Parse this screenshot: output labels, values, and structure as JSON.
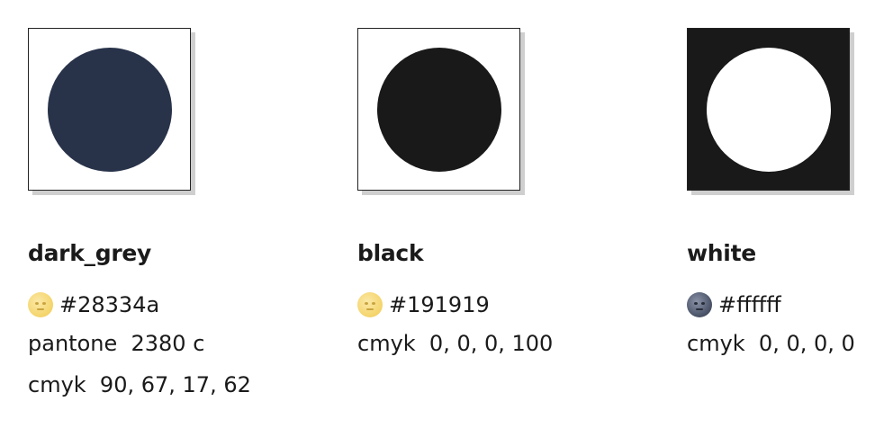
{
  "swatches": [
    {
      "name": "dark_grey",
      "hex": "#28334a",
      "swatch_bg": "#ffffff",
      "circle_color": "#28334a",
      "moon_icon": "full-moon-face",
      "specs": [
        "pantone  2380 c",
        "cmyk  90, 67, 17, 62"
      ]
    },
    {
      "name": "black",
      "hex": "#191919",
      "swatch_bg": "#ffffff",
      "circle_color": "#191919",
      "moon_icon": "full-moon-face",
      "specs": [
        "cmyk  0, 0, 0, 100"
      ]
    },
    {
      "name": "white",
      "hex": "#ffffff",
      "swatch_bg": "#191919",
      "circle_color": "#ffffff",
      "moon_icon": "new-moon-face",
      "specs": [
        "cmyk  0, 0, 0, 0"
      ]
    }
  ]
}
